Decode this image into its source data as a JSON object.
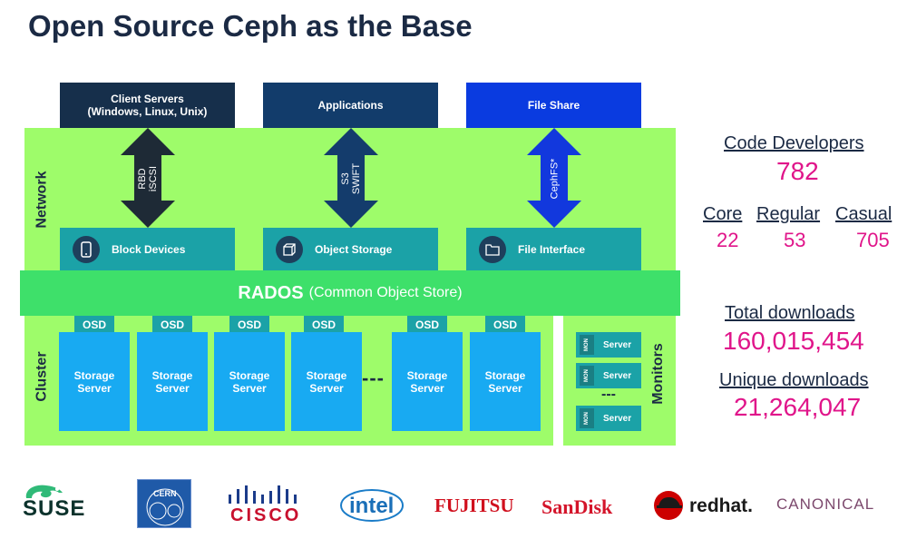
{
  "title": "Open Source Ceph as the Base",
  "top_boxes": [
    {
      "label": "Client Servers\n(Windows, Linux, Unix)",
      "color": "#162f4b"
    },
    {
      "label": "Applications",
      "color": "#123c6b"
    },
    {
      "label": "File Share",
      "color": "#0a3be0"
    }
  ],
  "arrows": [
    {
      "label": "RBD\niSCSI",
      "color": "#1e2a36"
    },
    {
      "label": "S3\nSWIFT",
      "color": "#143c6c"
    },
    {
      "label": "CephFS*",
      "color": "#1238dd"
    }
  ],
  "interfaces": [
    {
      "label": "Block Devices",
      "icon": "phone-icon"
    },
    {
      "label": "Object Storage",
      "icon": "cube-icon"
    },
    {
      "label": "File Interface",
      "icon": "folder-icon"
    }
  ],
  "network_label": "Network",
  "rados": {
    "name": "RADOS",
    "sub": "(Common Object Store)"
  },
  "cluster_label": "Cluster",
  "osd_label": "OSD",
  "server_label": "Storage\nServer",
  "ellipsis": "---",
  "monitors_label": "Monitors",
  "monitors": {
    "tag": "MON",
    "server": "Server",
    "ellipsis": "---"
  },
  "stats": {
    "code_developers_label": "Code Developers",
    "code_developers_value": "782",
    "core_label": "Core",
    "core_value": "22",
    "regular_label": "Regular",
    "regular_value": "53",
    "casual_label": "Casual",
    "casual_value": "705",
    "total_downloads_label": "Total downloads",
    "total_downloads_value": "160,015,454",
    "unique_downloads_label": "Unique downloads",
    "unique_downloads_value": "21,264,047"
  },
  "logos": {
    "suse": "SUSE",
    "cern": "CERN",
    "cisco": "CISCO",
    "intel": "intel",
    "fujitsu": "FUJITSU",
    "sandisk": "SanDisk",
    "redhat": "redhat.",
    "canonical": "CANONICAL"
  },
  "colors": {
    "green": "#9efc6a",
    "rados": "#3ee06a",
    "teal": "#1ba2a7",
    "server": "#18aaf2",
    "accent": "#e0158a"
  }
}
